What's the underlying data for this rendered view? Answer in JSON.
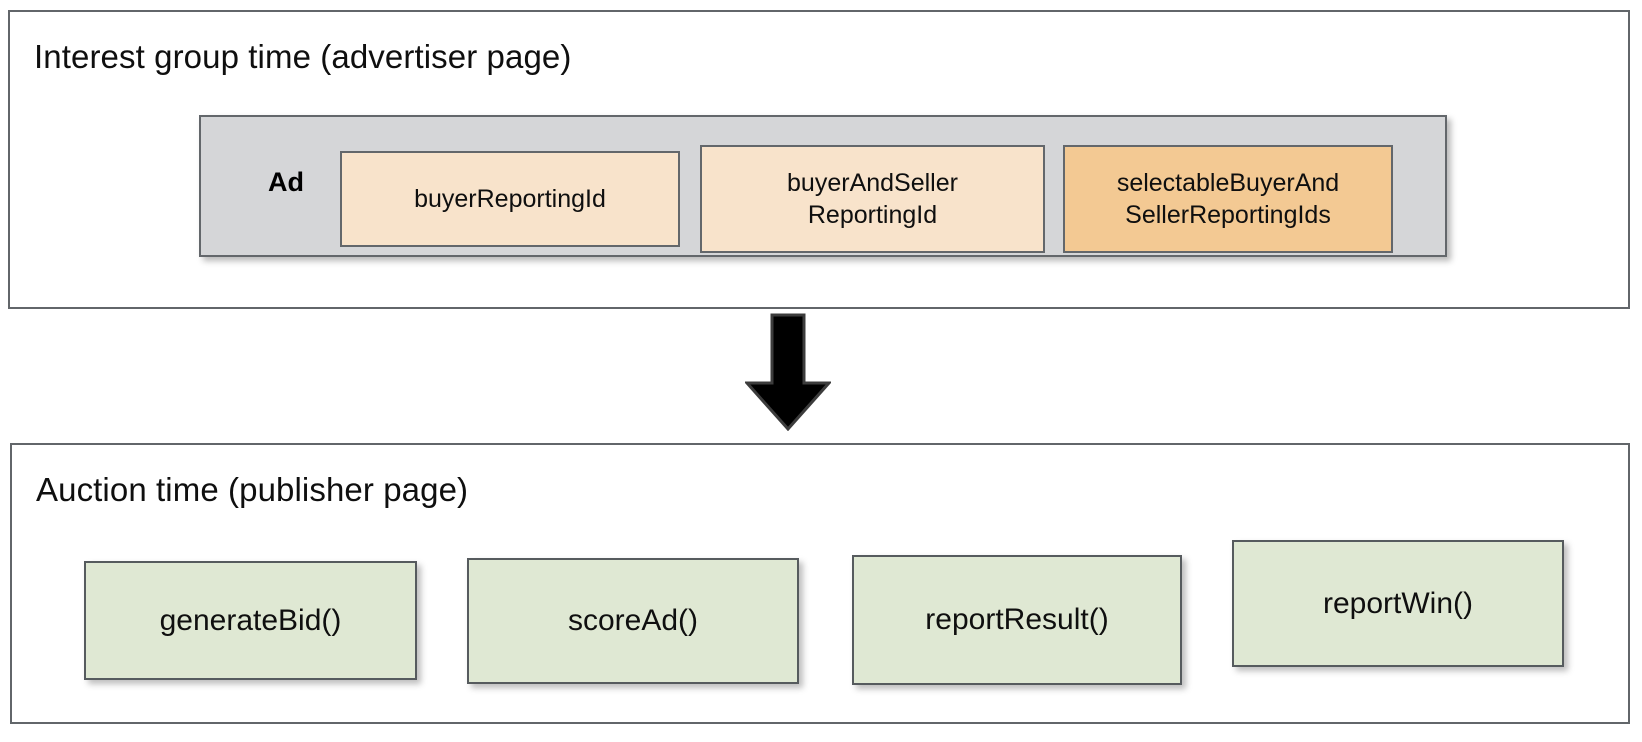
{
  "diagram": {
    "sections": [
      {
        "id": "interest-group-time",
        "title": "Interest group time (advertiser page)",
        "ad_group": {
          "label": "Ad",
          "fields": [
            {
              "label": "buyerReportingId",
              "emphasis": "light"
            },
            {
              "label": "buyerAndSeller\nReportingId",
              "line1": "buyerAndSeller",
              "line2": "ReportingId",
              "emphasis": "light"
            },
            {
              "label": "selectableBuyerAnd\nSellerReportingIds",
              "line1": "selectableBuyerAnd",
              "line2": "SellerReportingIds",
              "emphasis": "dark"
            }
          ]
        }
      },
      {
        "id": "auction-time",
        "title": "Auction time (publisher page)",
        "functions": [
          {
            "label": "generateBid()"
          },
          {
            "label": "scoreAd()"
          },
          {
            "label": "reportResult()"
          },
          {
            "label": "reportWin()"
          }
        ]
      }
    ],
    "connector": {
      "icon": "down-arrow-icon",
      "direction": "down",
      "color": "#000000"
    },
    "colors": {
      "panel_border": "#62666a",
      "ad_group_fill": "#d5d6d8",
      "chip_light_fill": "#f8e3cb",
      "chip_dark_fill": "#f3c993",
      "chip_border": "#63676b",
      "function_fill": "#dfe8d3",
      "function_border": "#565b5e",
      "text": "#0f0f0f"
    }
  }
}
